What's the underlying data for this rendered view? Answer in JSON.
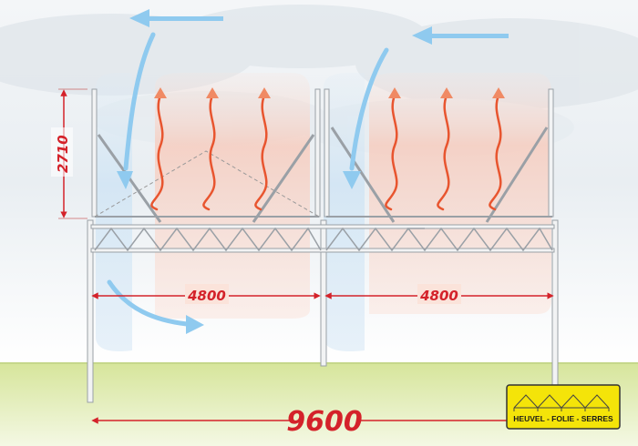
{
  "dimensions": {
    "height_label": "2710",
    "span_left_label": "4800",
    "span_right_label": "4800",
    "total_label": "9600"
  },
  "logo": {
    "text": "HEUVEL - FOLIE - SERRES",
    "color": "#f4e409"
  },
  "colors": {
    "dimension": "#d4222a",
    "heat_arrow": "#e8552f",
    "airflow_arrow": "#7ec4ec",
    "ground": "#c8dc88"
  },
  "icons": {
    "heat": "wavy-up-arrow-icon",
    "airflow": "curved-arrow-icon"
  }
}
